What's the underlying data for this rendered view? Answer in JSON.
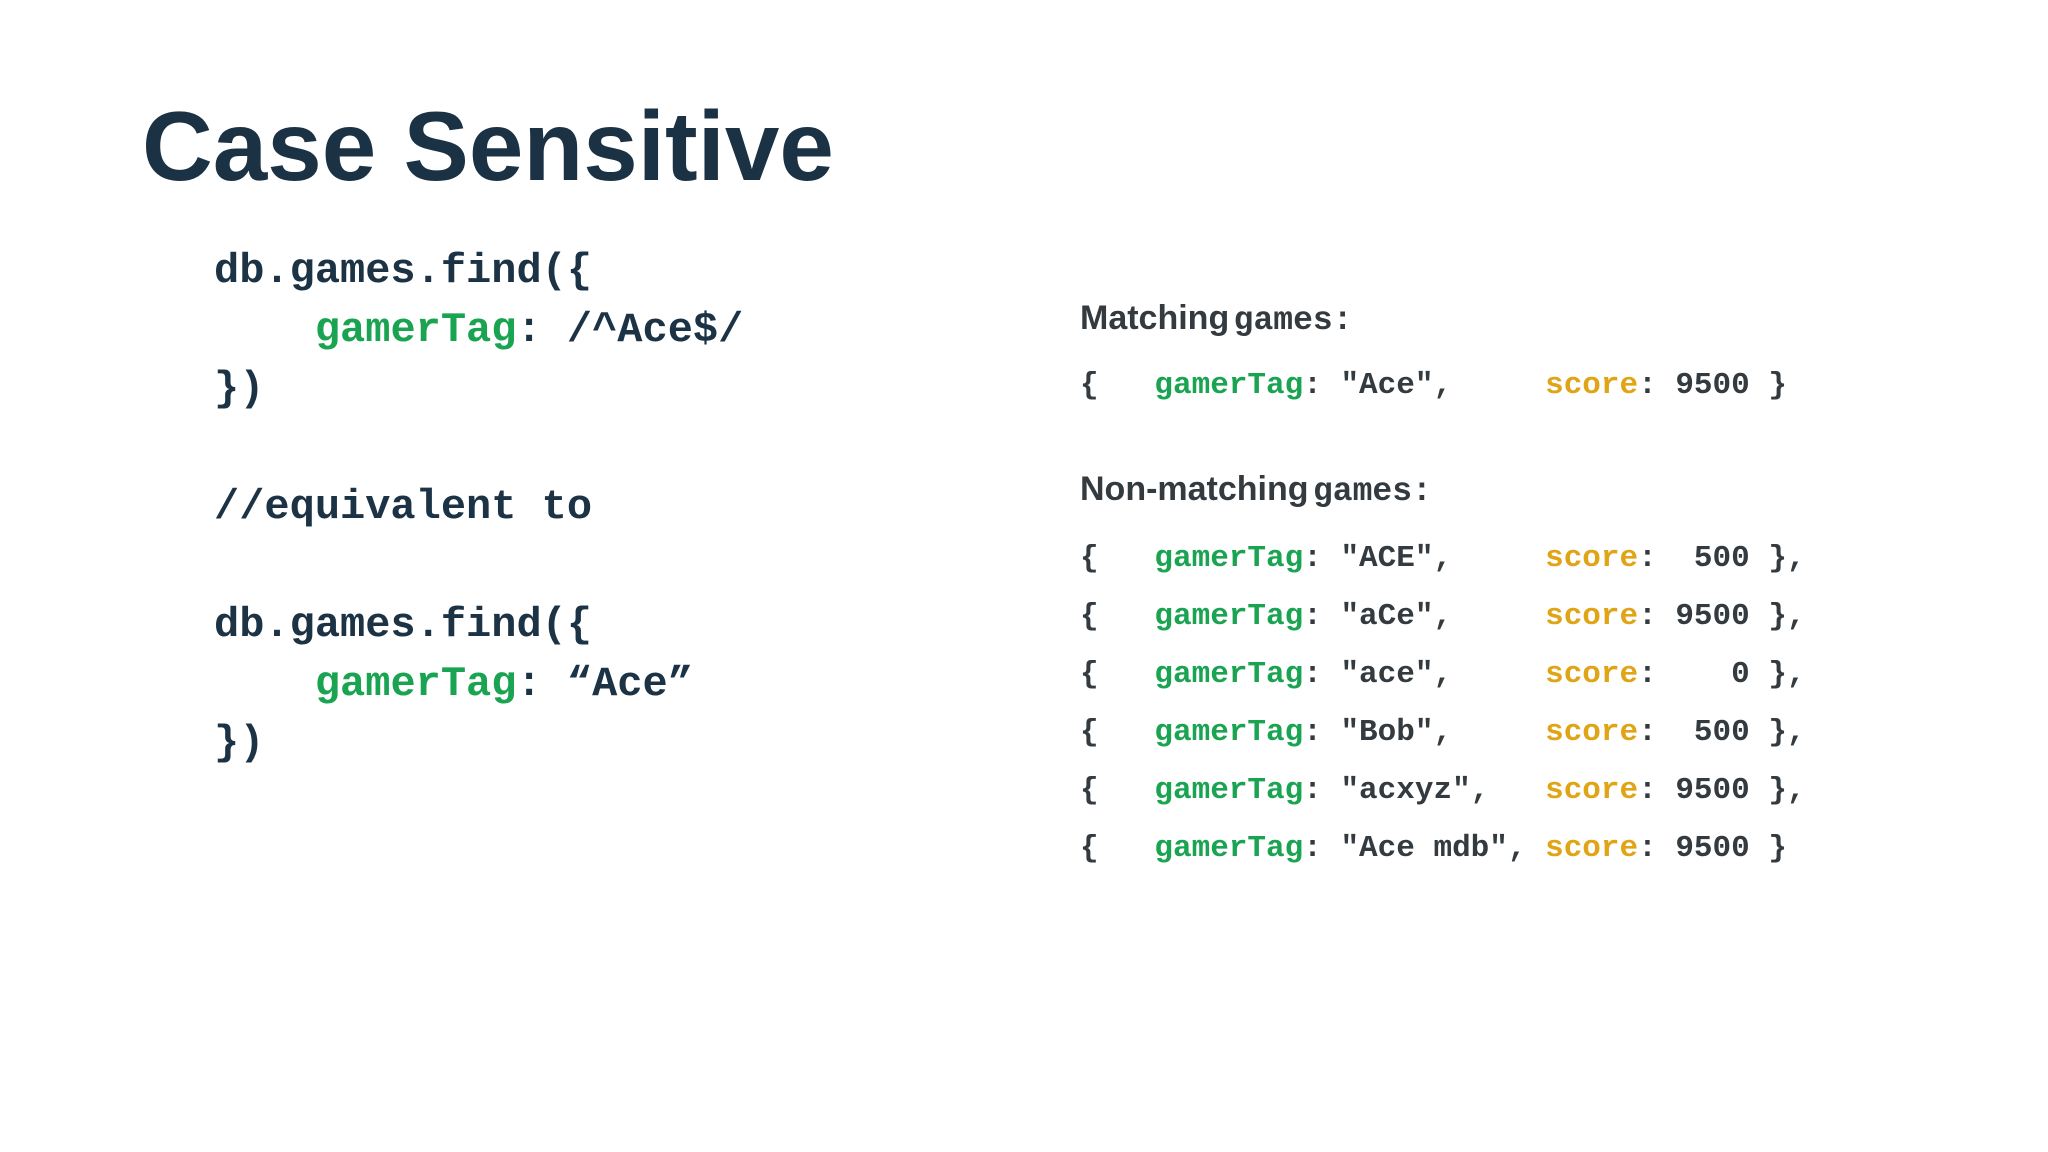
{
  "slide": {
    "title": "Case Sensitive",
    "colors": {
      "title_navy": "#1B3144",
      "code_navy": "#1C3346",
      "result_text": "#333B40",
      "key_green": "#1AA452",
      "score_yellow": "#E0A516",
      "background": "#FFFFFF"
    },
    "code_left": {
      "lines": [
        [
          {
            "t": "db.games.find({",
            "c": "plain"
          }
        ],
        [
          {
            "t": "    ",
            "c": "plain"
          },
          {
            "t": "gamerTag",
            "c": "key"
          },
          {
            "t": ": /^Ace$/",
            "c": "plain"
          }
        ],
        [
          {
            "t": "})",
            "c": "plain"
          }
        ],
        [],
        [
          {
            "t": "//equivalent to",
            "c": "plain"
          }
        ],
        [],
        [
          {
            "t": "db.games.find({",
            "c": "plain"
          }
        ],
        [
          {
            "t": "    ",
            "c": "plain"
          },
          {
            "t": "gamerTag",
            "c": "key"
          },
          {
            "t": ": “Ace”",
            "c": "plain"
          }
        ],
        [
          {
            "t": "})",
            "c": "plain"
          }
        ]
      ]
    },
    "row_key_label": "gamerTag",
    "row_score_label": "score",
    "matching": {
      "heading_sans": "Matching",
      "heading_mono": "games:",
      "rows": [
        {
          "gamerTag": "\"Ace\"",
          "score": "9500",
          "trailing_comma": false
        }
      ]
    },
    "non_matching": {
      "heading_sans": "Non-matching",
      "heading_mono": "games:",
      "rows": [
        {
          "gamerTag": "\"ACE\"",
          "score": "500",
          "trailing_comma": true
        },
        {
          "gamerTag": "\"aCe\"",
          "score": "9500",
          "trailing_comma": true
        },
        {
          "gamerTag": "\"ace\"",
          "score": "0",
          "trailing_comma": true
        },
        {
          "gamerTag": "\"Bob\"",
          "score": "500",
          "trailing_comma": true
        },
        {
          "gamerTag": "\"acxyz\"",
          "score": "9500",
          "trailing_comma": true
        },
        {
          "gamerTag": "\"Ace mdb\"",
          "score": "9500",
          "trailing_comma": false
        }
      ]
    }
  }
}
